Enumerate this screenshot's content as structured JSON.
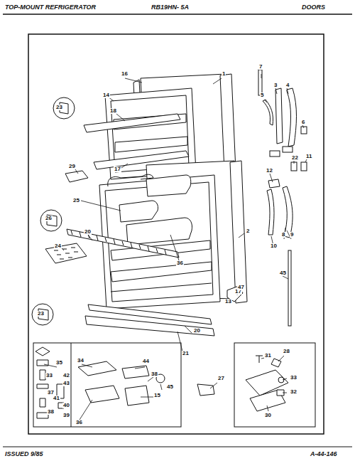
{
  "diagram": {
    "labels": [
      "TOP-MOUNT REFRIGERATOR",
      "RB19HN- 5A",
      "DOORS",
      "1",
      "16",
      "14",
      "23",
      "18",
      "17",
      "29",
      "25",
      "26",
      "20",
      "24",
      "36",
      "2",
      "17",
      "13",
      "23",
      "20",
      "21",
      "7",
      "3",
      "4",
      "5",
      "6",
      "12",
      "22",
      "11",
      "10",
      "8",
      "9",
      "45",
      "47",
      "35",
      "33",
      "42",
      "43",
      "37",
      "41",
      "40",
      "38",
      "39",
      "34",
      "44",
      "38",
      "45",
      "15",
      "36",
      "27",
      "31",
      "28",
      "33",
      "32",
      "30",
      "ISSUED 9/85",
      "A-44-146"
    ]
  }
}
